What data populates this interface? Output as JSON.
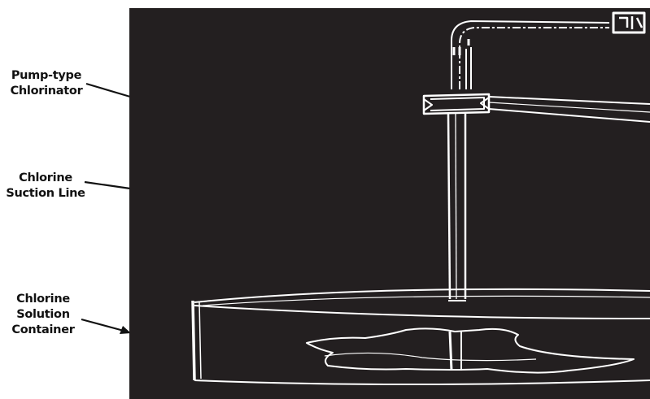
{
  "labels": {
    "pump": [
      "Pump-type",
      "Chlorinator"
    ],
    "suction": [
      "Chlorine",
      "Suction Line"
    ],
    "container": [
      "Chlorine",
      "Solution",
      "Container"
    ]
  },
  "colors": {
    "background": "#ffffff",
    "photo_background": "#231f20",
    "outline": "#ffffff",
    "text": "#111111"
  }
}
